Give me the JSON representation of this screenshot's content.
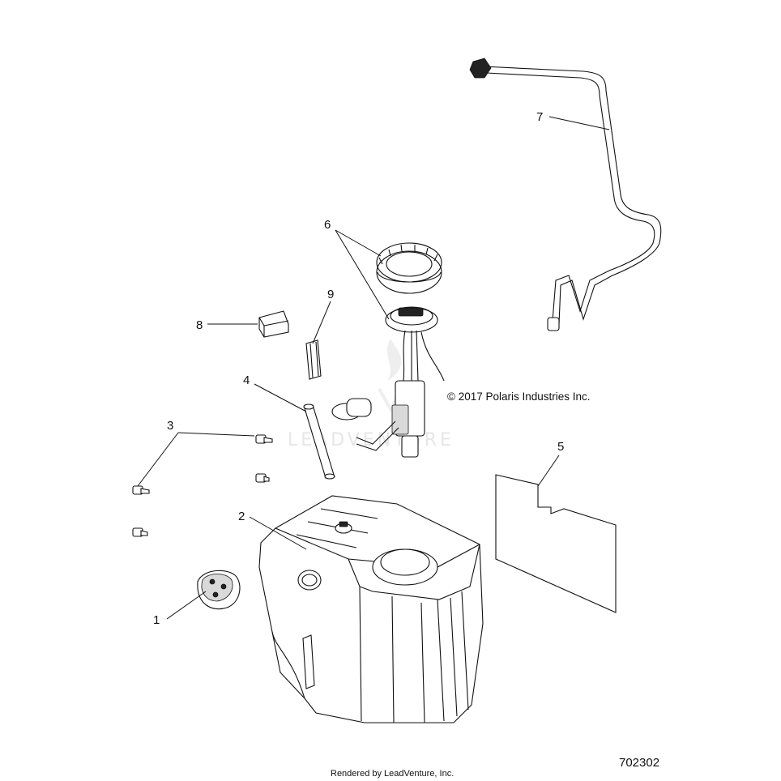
{
  "callouts": {
    "c1": "1",
    "c2": "2",
    "c3": "3",
    "c4": "4",
    "c5": "5",
    "c6": "6",
    "c7": "7",
    "c8": "8",
    "c9": "9"
  },
  "copyright": "© 2017 Polaris Industries Inc.",
  "watermark": "LEADVENTURE",
  "document_number": "702302",
  "footer": "Rendered by LeadVenture, Inc."
}
